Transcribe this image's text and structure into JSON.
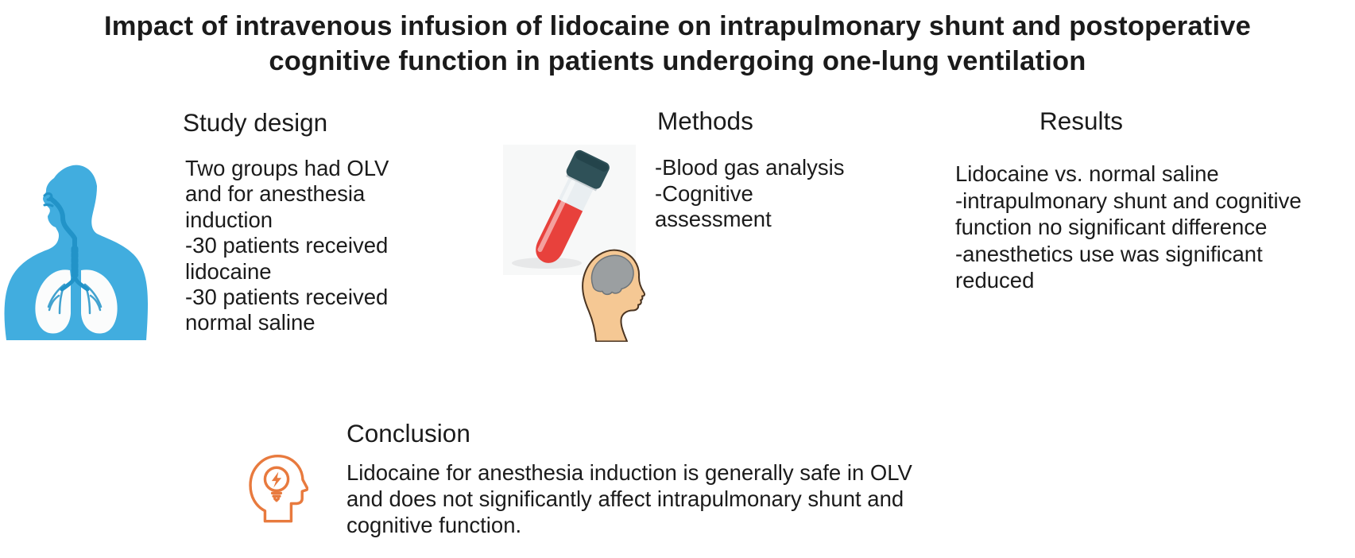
{
  "title": {
    "line1": "Impact of intravenous infusion of lidocaine on intrapulmonary shunt and postoperative",
    "line2": "cognitive function in patients undergoing one-lung ventilation"
  },
  "study_design": {
    "heading": "Study design",
    "lines": [
      "Two groups had OLV",
      "and for anesthesia",
      "induction",
      "-30 patients received",
      "lidocaine",
      "-30 patients received",
      "normal saline"
    ]
  },
  "methods": {
    "heading": "Methods",
    "lines": [
      "-Blood gas analysis",
      "-Cognitive",
      "assessment"
    ]
  },
  "results": {
    "heading": "Results",
    "lines": [
      "Lidocaine vs. normal saline",
      "-intrapulmonary shunt and cognitive",
      "function no significant difference",
      "-anesthetics use was significant",
      "reduced"
    ]
  },
  "conclusion": {
    "heading": "Conclusion",
    "lines": [
      "Lidocaine for anesthesia induction is generally safe in OLV",
      "and does not significantly affect intrapulmonary shunt and",
      "cognitive function."
    ]
  },
  "icons": {
    "body_lungs": "human-torso-with-lungs",
    "test_tube": "blood-test-tube",
    "head_brain": "head-with-brain",
    "head_bulb": "head-with-lightbulb"
  },
  "colors": {
    "body_blue": "#41ADDF",
    "airway_blue": "#2293C8",
    "blood_red": "#E8413C",
    "tube_cap": "#2F5158",
    "skin": "#F5C894",
    "brain_gray": "#9B9FA1",
    "conclusion_orange": "#E87A3E",
    "text": "#1B1B1B"
  }
}
